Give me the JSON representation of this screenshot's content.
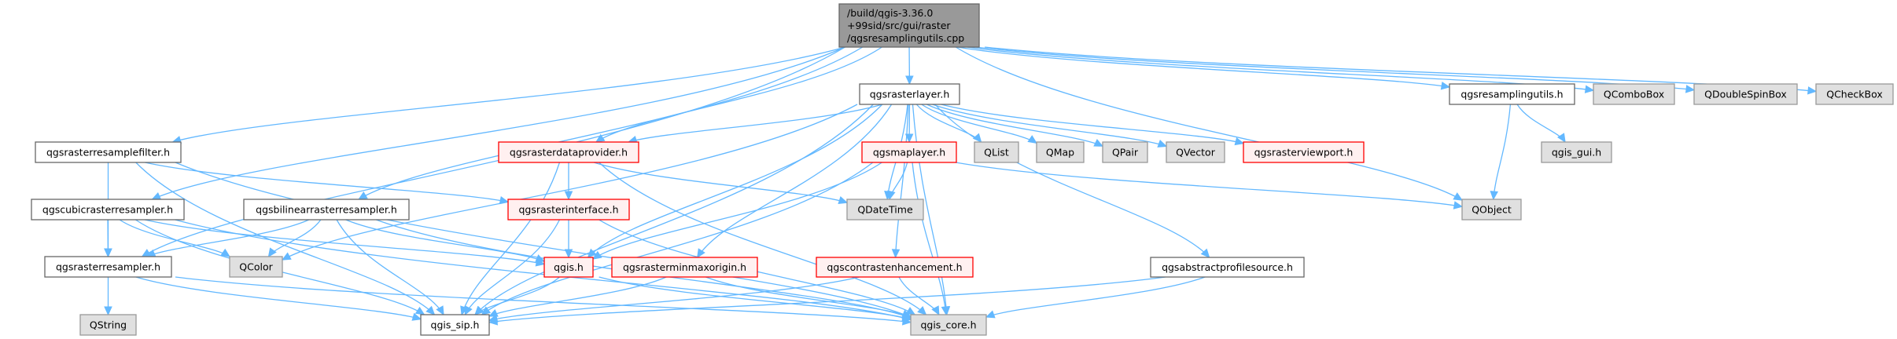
{
  "title": "Include dependency graph for qgsresamplingutils.cpp",
  "colors": {
    "edge": "#63b8ff",
    "root_fill": "#999999",
    "documented_border": "#666666",
    "external_fill": "#e0e0e0",
    "truncated_border": "#ff0000",
    "truncated_fill": "#fff0f0"
  },
  "nodes": [
    {
      "id": "root",
      "kind": "root",
      "lines": [
        "/build/qgis-3.36.0",
        "+99sid/src/gui/raster",
        "/qgsresamplingutils.cpp"
      ]
    },
    {
      "id": "qgsrasterlayer",
      "kind": "doc",
      "lines": [
        "qgsrasterlayer.h"
      ]
    },
    {
      "id": "qgsresamplingutils",
      "kind": "doc",
      "lines": [
        "qgsresamplingutils.h"
      ]
    },
    {
      "id": "QComboBox",
      "kind": "ext",
      "lines": [
        "QComboBox"
      ]
    },
    {
      "id": "QDoubleSpinBox",
      "kind": "ext",
      "lines": [
        "QDoubleSpinBox"
      ]
    },
    {
      "id": "QCheckBox",
      "kind": "ext",
      "lines": [
        "QCheckBox"
      ]
    },
    {
      "id": "qgsrasterresamplefilter",
      "kind": "doc",
      "lines": [
        "qgsrasterresamplefilter.h"
      ]
    },
    {
      "id": "qgsrasterdataprovider",
      "kind": "red",
      "lines": [
        "qgsrasterdataprovider.h"
      ]
    },
    {
      "id": "qgsmaplayer",
      "kind": "red",
      "lines": [
        "qgsmaplayer.h"
      ]
    },
    {
      "id": "QList",
      "kind": "ext",
      "lines": [
        "QList"
      ]
    },
    {
      "id": "QMap",
      "kind": "ext",
      "lines": [
        "QMap"
      ]
    },
    {
      "id": "QPair",
      "kind": "ext",
      "lines": [
        "QPair"
      ]
    },
    {
      "id": "QVector",
      "kind": "ext",
      "lines": [
        "QVector"
      ]
    },
    {
      "id": "qgsrasterviewport",
      "kind": "red",
      "lines": [
        "qgsrasterviewport.h"
      ]
    },
    {
      "id": "qgis_gui",
      "kind": "ext",
      "lines": [
        "qgis_gui.h"
      ]
    },
    {
      "id": "qgscubicrasterresampler",
      "kind": "doc",
      "lines": [
        "qgscubicrasterresampler.h"
      ]
    },
    {
      "id": "qgsbilinearrasterresampler",
      "kind": "doc",
      "lines": [
        "qgsbilinearrasterresampler.h"
      ]
    },
    {
      "id": "qgsrasterinterface",
      "kind": "red",
      "lines": [
        "qgsrasterinterface.h"
      ]
    },
    {
      "id": "QDateTime",
      "kind": "ext",
      "lines": [
        "QDateTime"
      ]
    },
    {
      "id": "QObject",
      "kind": "ext",
      "lines": [
        "QObject"
      ]
    },
    {
      "id": "qgsrasterresampler",
      "kind": "doc",
      "lines": [
        "qgsrasterresampler.h"
      ]
    },
    {
      "id": "QColor",
      "kind": "ext",
      "lines": [
        "QColor"
      ]
    },
    {
      "id": "qgis",
      "kind": "red",
      "lines": [
        "qgis.h"
      ]
    },
    {
      "id": "qgsrasterminmaxorigin",
      "kind": "red",
      "lines": [
        "qgsrasterminmaxorigin.h"
      ]
    },
    {
      "id": "qgscontrastenhancement",
      "kind": "red",
      "lines": [
        "qgscontrastenhancement.h"
      ]
    },
    {
      "id": "qgsabstractprofilesource",
      "kind": "doc",
      "lines": [
        "qgsabstractprofilesource.h"
      ]
    },
    {
      "id": "QString",
      "kind": "ext",
      "lines": [
        "QString"
      ]
    },
    {
      "id": "qgis_sip",
      "kind": "doc",
      "lines": [
        "qgis_sip.h"
      ]
    },
    {
      "id": "qgis_core",
      "kind": "ext",
      "lines": [
        "qgis_core.h"
      ]
    }
  ],
  "edges": [
    [
      "root",
      "qgsrasterlayer"
    ],
    [
      "root",
      "qgsresamplingutils"
    ],
    [
      "root",
      "QComboBox"
    ],
    [
      "root",
      "QDoubleSpinBox"
    ],
    [
      "root",
      "QCheckBox"
    ],
    [
      "root",
      "qgsrasterresamplefilter"
    ],
    [
      "root",
      "qgsrasterdataprovider"
    ],
    [
      "root",
      "qgscubicrasterresampler"
    ],
    [
      "root",
      "qgsbilinearrasterresampler"
    ],
    [
      "root",
      "qgsrasterresampler"
    ],
    [
      "root",
      "QObject"
    ],
    [
      "qgsrasterlayer",
      "qgsrasterdataprovider"
    ],
    [
      "qgsrasterlayer",
      "qgsmaplayer"
    ],
    [
      "qgsrasterlayer",
      "QList"
    ],
    [
      "qgsrasterlayer",
      "QMap"
    ],
    [
      "qgsrasterlayer",
      "QPair"
    ],
    [
      "qgsrasterlayer",
      "QVector"
    ],
    [
      "qgsrasterlayer",
      "qgsrasterviewport"
    ],
    [
      "qgsrasterlayer",
      "QDateTime"
    ],
    [
      "qgsrasterlayer",
      "QColor"
    ],
    [
      "qgsrasterlayer",
      "qgis"
    ],
    [
      "qgsrasterlayer",
      "qgsrasterminmaxorigin"
    ],
    [
      "qgsrasterlayer",
      "qgscontrastenhancement"
    ],
    [
      "qgsrasterlayer",
      "qgsabstractprofilesource"
    ],
    [
      "qgsrasterlayer",
      "qgis_sip"
    ],
    [
      "qgsrasterlayer",
      "qgis_core"
    ],
    [
      "qgsresamplingutils",
      "qgis_gui"
    ],
    [
      "qgsresamplingutils",
      "QObject"
    ],
    [
      "qgsrasterresamplefilter",
      "qgsrasterinterface"
    ],
    [
      "qgsrasterresamplefilter",
      "qgsrasterresampler"
    ],
    [
      "qgsrasterresamplefilter",
      "qgis_sip"
    ],
    [
      "qgsrasterresamplefilter",
      "qgis_core"
    ],
    [
      "qgsrasterdataprovider",
      "qgsrasterinterface"
    ],
    [
      "qgsrasterdataprovider",
      "QDateTime"
    ],
    [
      "qgsrasterdataprovider",
      "qgis_sip"
    ],
    [
      "qgsrasterdataprovider",
      "qgis_core"
    ],
    [
      "qgsmaplayer",
      "QDateTime"
    ],
    [
      "qgsmaplayer",
      "QObject"
    ],
    [
      "qgsmaplayer",
      "qgis"
    ],
    [
      "qgsmaplayer",
      "qgis_sip"
    ],
    [
      "qgsmaplayer",
      "qgis_core"
    ],
    [
      "qgscubicrasterresampler",
      "qgsrasterresampler"
    ],
    [
      "qgscubicrasterresampler",
      "QColor"
    ],
    [
      "qgscubicrasterresampler",
      "qgis"
    ],
    [
      "qgscubicrasterresampler",
      "qgis_sip"
    ],
    [
      "qgscubicrasterresampler",
      "qgis_core"
    ],
    [
      "qgsbilinearrasterresampler",
      "qgsrasterresampler"
    ],
    [
      "qgsbilinearrasterresampler",
      "QColor"
    ],
    [
      "qgsbilinearrasterresampler",
      "qgis"
    ],
    [
      "qgsbilinearrasterresampler",
      "qgis_sip"
    ],
    [
      "qgsbilinearrasterresampler",
      "qgis_core"
    ],
    [
      "qgsrasterinterface",
      "qgis"
    ],
    [
      "qgsrasterinterface",
      "qgis_sip"
    ],
    [
      "qgsrasterinterface",
      "qgis_core"
    ],
    [
      "qgsrasterresampler",
      "QString"
    ],
    [
      "qgsrasterresampler",
      "qgis_sip"
    ],
    [
      "qgsrasterresampler",
      "qgis_core"
    ],
    [
      "qgis",
      "qgis_sip"
    ],
    [
      "qgis",
      "qgis_core"
    ],
    [
      "qgsrasterminmaxorigin",
      "qgis_sip"
    ],
    [
      "qgsrasterminmaxorigin",
      "qgis_core"
    ],
    [
      "qgscontrastenhancement",
      "qgis_sip"
    ],
    [
      "qgscontrastenhancement",
      "qgis_core"
    ],
    [
      "qgsabstractprofilesource",
      "qgis_sip"
    ],
    [
      "qgsabstractprofilesource",
      "qgis_core"
    ]
  ]
}
